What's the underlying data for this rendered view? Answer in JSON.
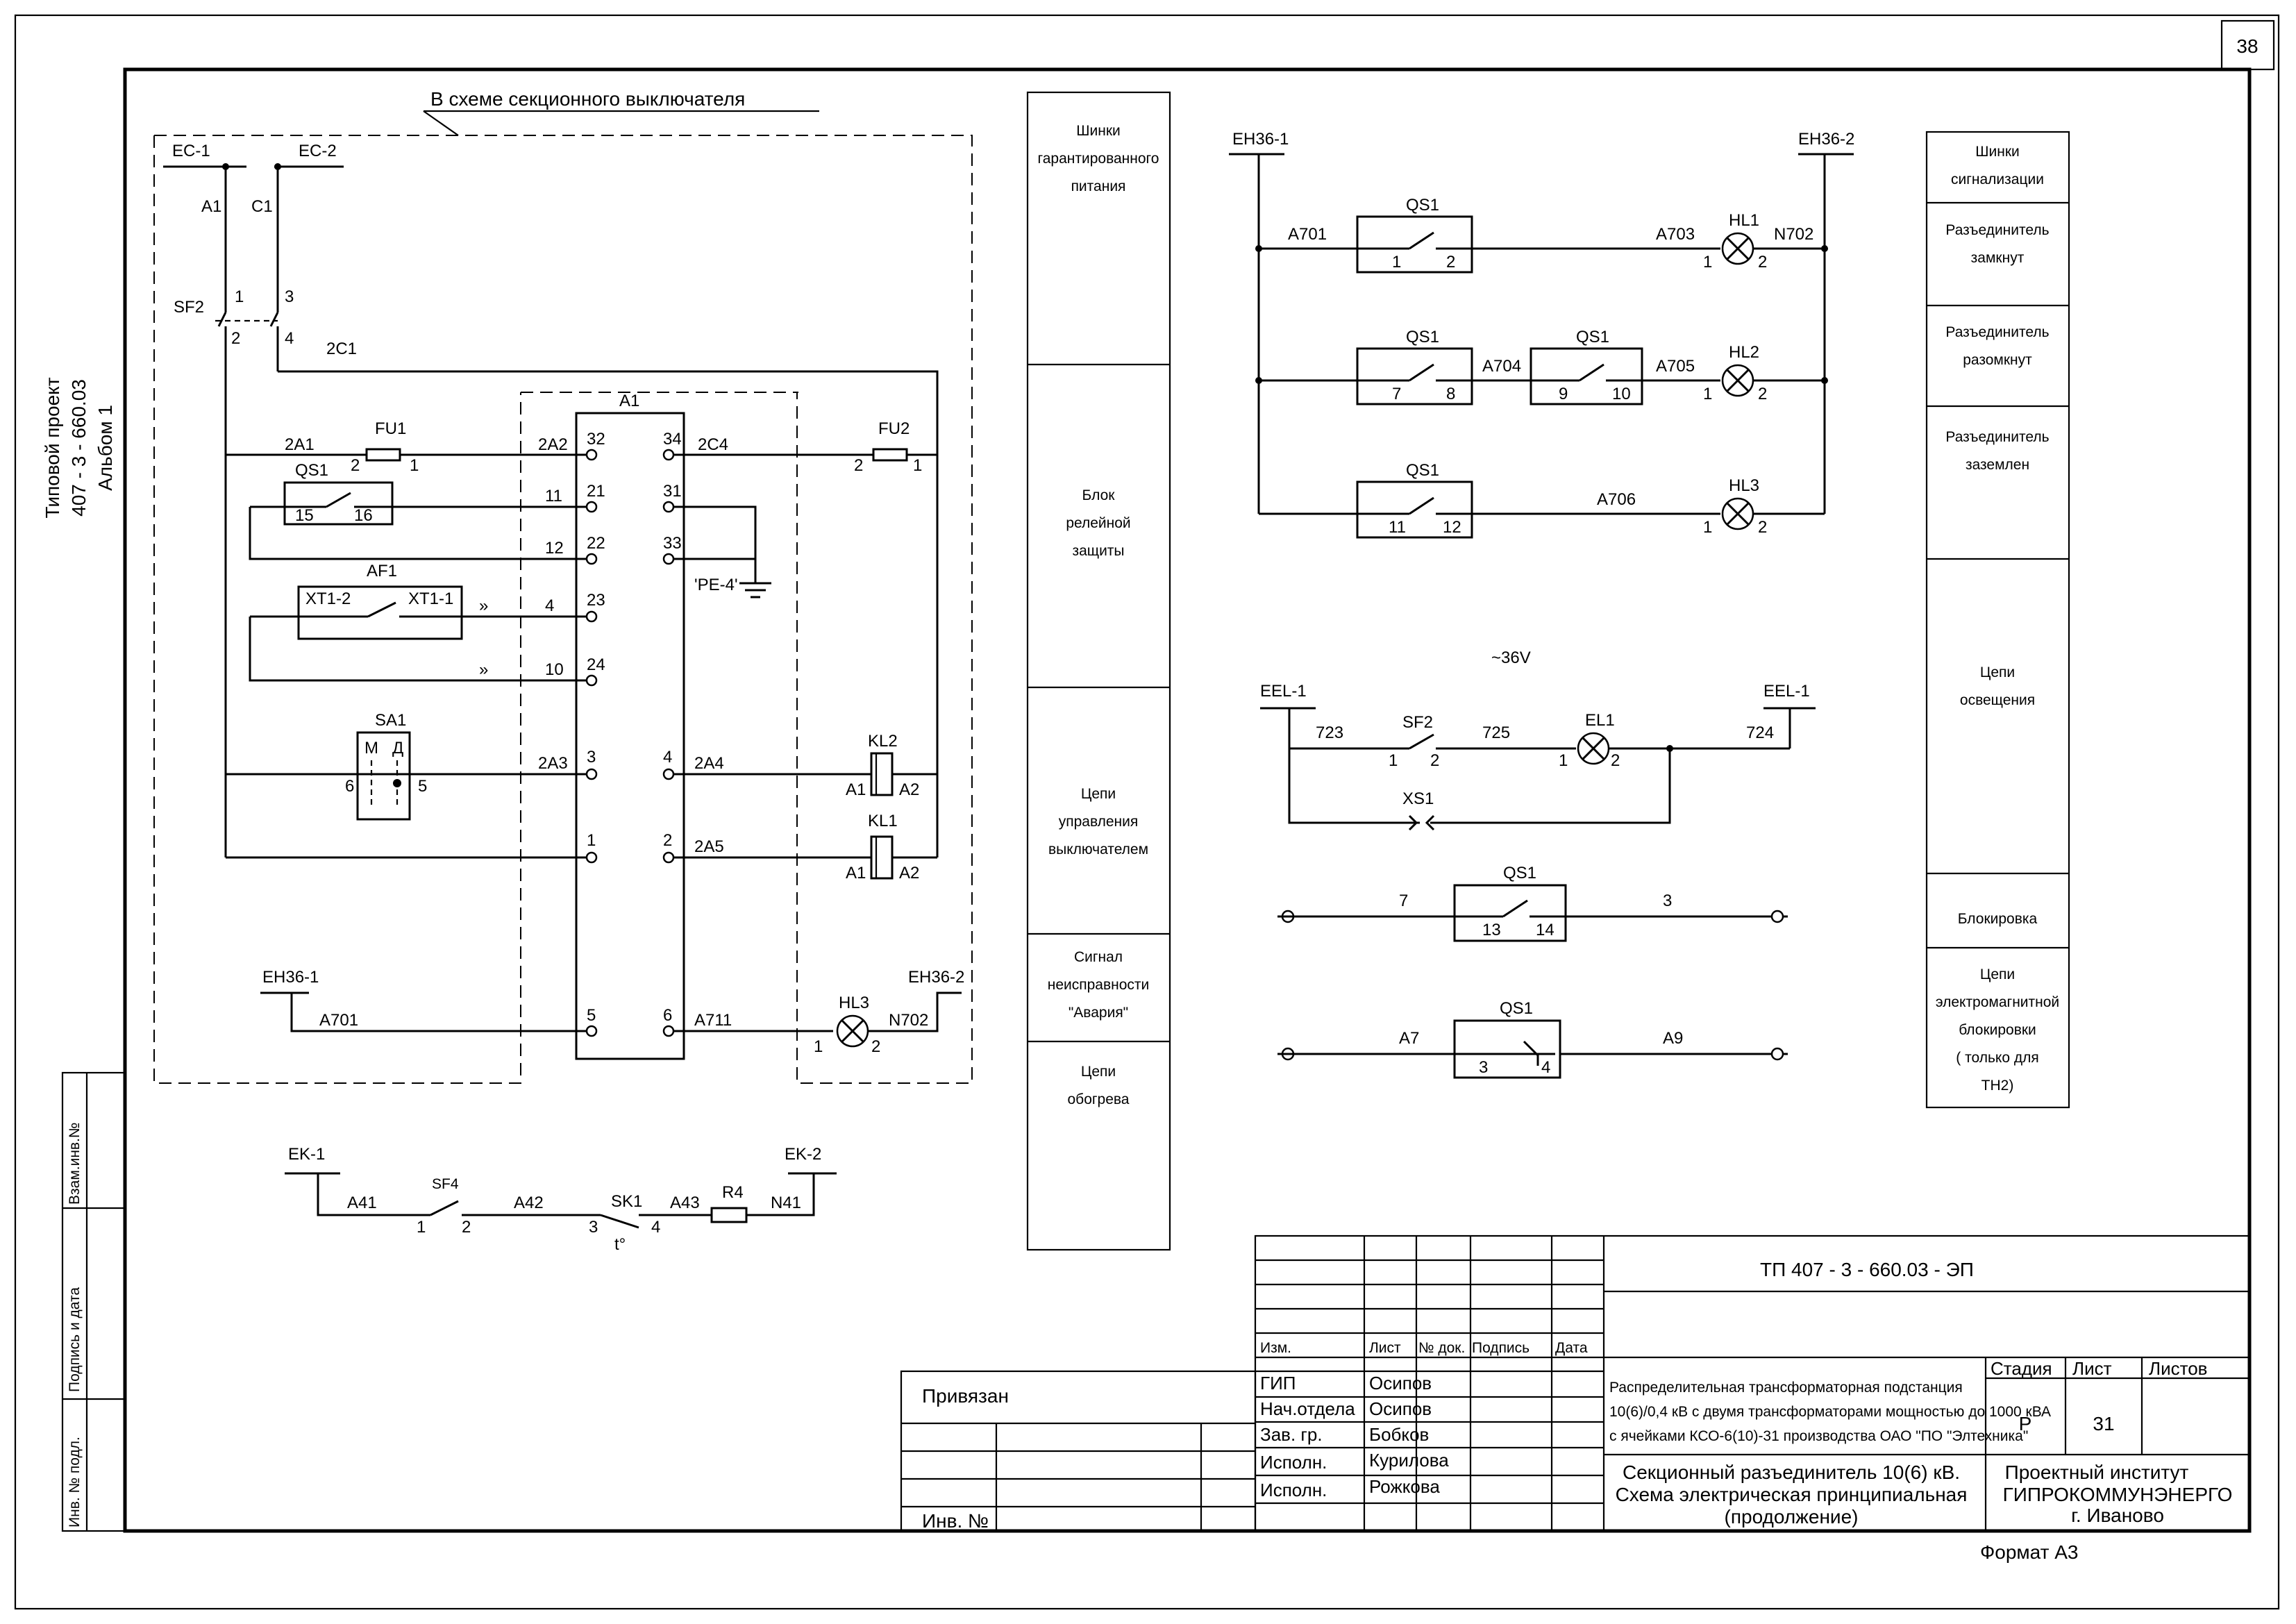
{
  "sheet_number": "38",
  "side_stamp": {
    "line1": "Типовой проект",
    "line2": "407 - 3 - 660.03",
    "line3": "Альбом   1"
  },
  "left_margin": {
    "vzam": "Взам.инв.№",
    "podpis": "Подпись и дата",
    "inv": "Инв. № подл."
  },
  "section_note": "В схеме секционного выключателя",
  "left_circuit": {
    "ec1": "EC-1",
    "ec2": "EC-2",
    "a1": "A1",
    "c1": "C1",
    "sf2": "SF2",
    "n1": "1",
    "n3": "3",
    "n2": "2",
    "n4": "4",
    "c2c1": "2C1",
    "a1_block": "A1",
    "fu1": "FU1",
    "w2a1": "2A1",
    "fu1_2": "2",
    "fu1_1": "1",
    "w2a2": "2A2",
    "t32": "32",
    "t34": "34",
    "w2c4": "2C4",
    "fu2": "FU2",
    "fu2_2": "2",
    "fu2_1": "1",
    "qs1": "QS1",
    "qs1_15": "15",
    "qs1_16": "16",
    "t11": "11",
    "t21": "21",
    "t31": "31",
    "t12": "12",
    "t22": "22",
    "t33": "33",
    "pe4": "'PE-4'",
    "af1": "AF1",
    "xt12": "XT1-2",
    "xt11": "XT1-1",
    "t4": "4",
    "t23": "23",
    "t10": "10",
    "t24": "24",
    "sa1": "SA1",
    "sa_m": "М",
    "sa_d": "Д",
    "sa_6": "6",
    "sa_5": "5",
    "w2a3": "2A3",
    "t3": "3",
    "t4b": "4",
    "w2a4": "2A4",
    "kl2": "KL2",
    "kl2_a1": "A1",
    "kl2_a2": "A2",
    "t1": "1",
    "t2": "2",
    "w2a5": "2A5",
    "kl1": "KL1",
    "kl1_a1": "A1",
    "kl1_a2": "A2",
    "eh361": "EH36-1",
    "eh362": "EH36-2",
    "a701": "A701",
    "t5": "5",
    "t6": "6",
    "a711": "A711",
    "hl3": "HL3",
    "n702": "N702",
    "hl3_1": "1",
    "hl3_2": "2"
  },
  "heater": {
    "ek1": "EK-1",
    "ek2": "EK-2",
    "a41": "A41",
    "sf4": "SF4",
    "a42": "A42",
    "sk1": "SK1",
    "a43": "A43",
    "r4": "R4",
    "n41": "N41",
    "n1": "1",
    "n2": "2",
    "n3": "3",
    "n4": "4",
    "to": "t°"
  },
  "mid_column": [
    "Шинки\nгарантированного\nпитания",
    "Блок\nрелейной\nзащиты",
    "Цепи\nуправления\nвыключателем",
    "Сигнал\nнеисправности\n\"Авария\"",
    "Цепи\nобогрева"
  ],
  "signal_circuit": {
    "eh361": "EH36-1",
    "eh362": "EH36-2",
    "qs1": "QS1",
    "a701": "A701",
    "a703": "A703",
    "hl1": "HL1",
    "n702": "N702",
    "a704": "A704",
    "a705": "A705",
    "hl2": "HL2",
    "a706": "A706",
    "hl3": "HL3",
    "p1": "1",
    "p2": "2",
    "p7": "7",
    "p8": "8",
    "p9": "9",
    "p10": "10",
    "p11": "11",
    "p12": "12"
  },
  "lighting": {
    "v36": "~36V",
    "eel1": "EEL-1",
    "eel1b": "EEL-1",
    "w723": "723",
    "sf2": "SF2",
    "w725": "725",
    "el1": "EL1",
    "w724": "724",
    "xs1": "XS1",
    "n1": "1",
    "n2": "2"
  },
  "interlock": {
    "qs1": "QS1",
    "w7": "7",
    "w3": "3",
    "p13": "13",
    "p14": "14",
    "qs1b": "QS1",
    "a7": "A7",
    "a9": "A9",
    "p3": "3",
    "p4": "4"
  },
  "right_column": [
    "Шинки\nсигнализации",
    "Разъединитель\nзамкнут",
    "Разъединитель\nразомкнут",
    "Разъединитель\nзаземлен",
    "Цепи\nосвещения",
    "Блокировка",
    "Цепи\nэлектромагнитной\nблокировки\n( только для\nТН2)"
  ],
  "title_block": {
    "code": "ТП  407 - 3 - 660.03 - ЭП",
    "privyazan": "Привязан",
    "inv": "Инв. №",
    "headers": [
      "Изм.",
      "Лист",
      "№ док.",
      "Подпись",
      "Дата"
    ],
    "roles": [
      [
        "ГИП",
        "Осипов"
      ],
      [
        "Нач.отдела",
        "Осипов"
      ],
      [
        "Зав. гр.",
        "Бобков"
      ],
      [
        "Исполн.",
        "Курилова"
      ],
      [
        "Исполн.",
        "Рожкова"
      ]
    ],
    "desc1": "Распределительная трансформаторная подстанция",
    "desc2": "10(6)/0,4 кВ с двумя трансформаторами мощностью  до 1000 кВА",
    "desc3": "с ячейками КСО-6(10)-31 производства ОАО \"ПО \"Элтехника\"",
    "title1": "Секционный разъединитель 10(6) кВ.",
    "title2": "Схема электрическая принципиальная",
    "title3": "(продолжение)",
    "stage_h": "Стадия",
    "sheet_h": "Лист",
    "sheets_h": "Листов",
    "stage": "Р",
    "sheet": "31",
    "org1": "Проектный институт",
    "org2": "ГИПРОКОММУНЭНЕРГО",
    "org3": "г. Иваново",
    "format": "Формат А3"
  }
}
